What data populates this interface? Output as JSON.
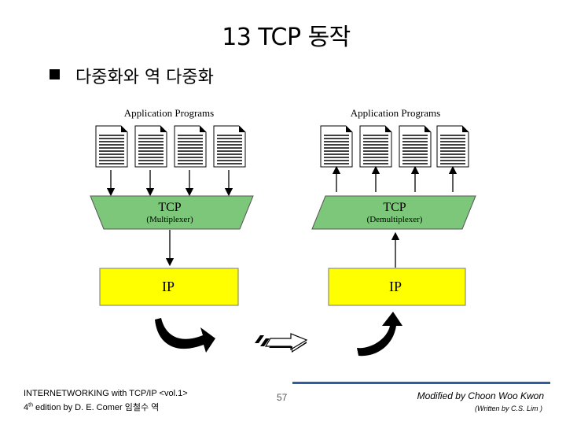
{
  "slide": {
    "title": "13 TCP 동작",
    "bullet": "다중화와 역 다중화"
  },
  "left_diagram": {
    "header": "Application Programs",
    "tcp_label": "TCP",
    "tcp_sub": "(Multiplexer)",
    "ip_label": "IP"
  },
  "right_diagram": {
    "header": "Application Programs",
    "tcp_label": "TCP",
    "tcp_sub": "(Demultiplexer)",
    "ip_label": "IP"
  },
  "footer": {
    "left_line1": "INTERNETWORKING with TCP/IP <vol.1>",
    "left_line2_num": "4",
    "left_line2_sup": "th",
    "left_line2_rest": " edition by D. E. Comer 임철수 역",
    "page_number": "57",
    "right_line1": "Modified by Choon Woo Kwon",
    "right_line2": "(Written by C.S. Lim )"
  },
  "colors": {
    "tcp_fill": "#7dc77a",
    "ip_fill": "#ffff00",
    "rule": "#2f5d9e"
  }
}
